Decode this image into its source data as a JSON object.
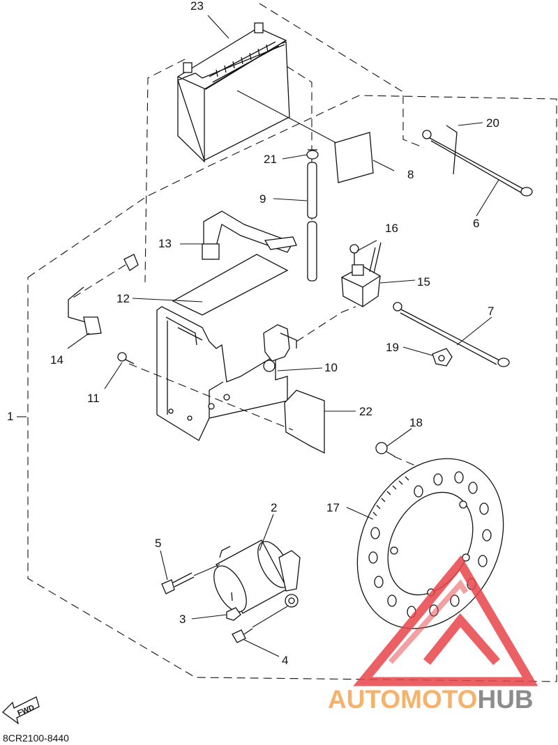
{
  "diagram_code": "8CR2100-8440",
  "fwd_label": "FWD",
  "watermark": {
    "part1": "AUTOMOTO",
    "part2": "HUB",
    "color1": "#f6b26b",
    "color2": "#8c8c8c",
    "logo_color": "#e8454b"
  },
  "callouts": [
    {
      "id": "c1",
      "label": "1",
      "part": "assembly"
    },
    {
      "id": "c2",
      "label": "2",
      "part": "starter-motor"
    },
    {
      "id": "c3",
      "label": "3",
      "part": "nut"
    },
    {
      "id": "c4",
      "label": "4",
      "part": "bolt"
    },
    {
      "id": "c5",
      "label": "5",
      "part": "bolt"
    },
    {
      "id": "c6",
      "label": "6",
      "part": "cable"
    },
    {
      "id": "c7",
      "label": "7",
      "part": "cable"
    },
    {
      "id": "c8",
      "label": "8",
      "part": "pad"
    },
    {
      "id": "c9",
      "label": "9",
      "part": "hose"
    },
    {
      "id": "c10",
      "label": "10",
      "part": "bracket"
    },
    {
      "id": "c11",
      "label": "11",
      "part": "bolt"
    },
    {
      "id": "c12",
      "label": "12",
      "part": "sheet"
    },
    {
      "id": "c13",
      "label": "13",
      "part": "band"
    },
    {
      "id": "c14",
      "label": "14",
      "part": "lead-wire"
    },
    {
      "id": "c15",
      "label": "15",
      "part": "relay"
    },
    {
      "id": "c16",
      "label": "16",
      "part": "screw"
    },
    {
      "id": "c17",
      "label": "17",
      "part": "starter-gear"
    },
    {
      "id": "c18",
      "label": "18",
      "part": "bolt"
    },
    {
      "id": "c19",
      "label": "19",
      "part": "clamp"
    },
    {
      "id": "c20",
      "label": "20",
      "part": "clamp"
    },
    {
      "id": "c21",
      "label": "21",
      "part": "clip"
    },
    {
      "id": "c22",
      "label": "22",
      "part": "plate"
    },
    {
      "id": "c23",
      "label": "23",
      "part": "battery"
    }
  ]
}
